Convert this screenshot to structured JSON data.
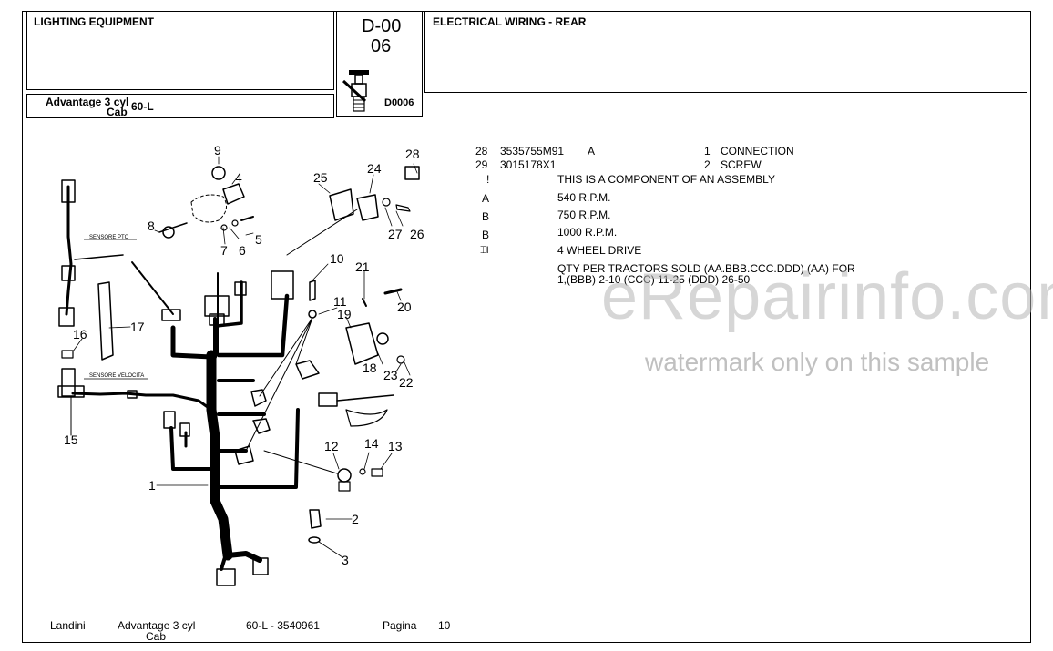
{
  "header": {
    "left_title": "LIGHTING EQUIPMENT",
    "code_line1": "D-00",
    "code_line2": "06",
    "drawing_id": "D0006",
    "right_title": "ELECTRICAL WIRING - REAR",
    "model_line1": "Advantage 3 cyl",
    "model_line2": "Cab",
    "model_code": "60-L"
  },
  "parts": [
    {
      "ref": "28",
      "part_no": "3535755M91",
      "note": "A",
      "qty": "1",
      "desc": "CONNECTION"
    },
    {
      "ref": "29",
      "part_no": "3015178X1",
      "note": "",
      "qty": "2",
      "desc": "SCREW"
    }
  ],
  "notes": [
    {
      "key": "!",
      "text": "THIS IS A COMPONENT OF AN ASSEMBLY"
    },
    {
      "key": "A",
      "text": "540 R.P.M."
    },
    {
      "key": "B",
      "text": "750 R.P.M."
    },
    {
      "key": "B",
      "text": "1000 R.P.M."
    },
    {
      "key": "⌶I",
      "text": "4 WHEEL DRIVE"
    }
  ],
  "qty_note_line1": "QTY PER TRACTORS SOLD  (AA.BBB.CCC.DDD) (AA) FOR",
  "qty_note_line2": "1,(BBB) 2-10 (CCC) 11-25 (DDD) 26-50",
  "diagram_labels": {
    "n1": "1",
    "n2": "2",
    "n3": "3",
    "n4": "4",
    "n5": "5",
    "n6": "6",
    "n7": "7",
    "n8": "8",
    "n9": "9",
    "n10": "10",
    "n11": "11",
    "n12": "12",
    "n13": "13",
    "n14": "14",
    "n15": "15",
    "n16": "16",
    "n17": "17",
    "n18": "18",
    "n19": "19",
    "n20": "20",
    "n21": "21",
    "n22": "22",
    "n23": "23",
    "n24": "24",
    "n25": "25",
    "n26": "26",
    "n27": "27",
    "n28": "28",
    "sensor_pto": "SENSORE PTO",
    "sensor_speed": "SENSORE VELOCITA"
  },
  "footer": {
    "brand": "Landini",
    "model_line1": "Advantage 3 cyl",
    "model_line2": "Cab",
    "ref": "60-L - 3540961",
    "page_label": "Pagina",
    "page_number": "10"
  },
  "watermark": {
    "big": "eRepairinfo.com",
    "small": "watermark only on this sample"
  }
}
